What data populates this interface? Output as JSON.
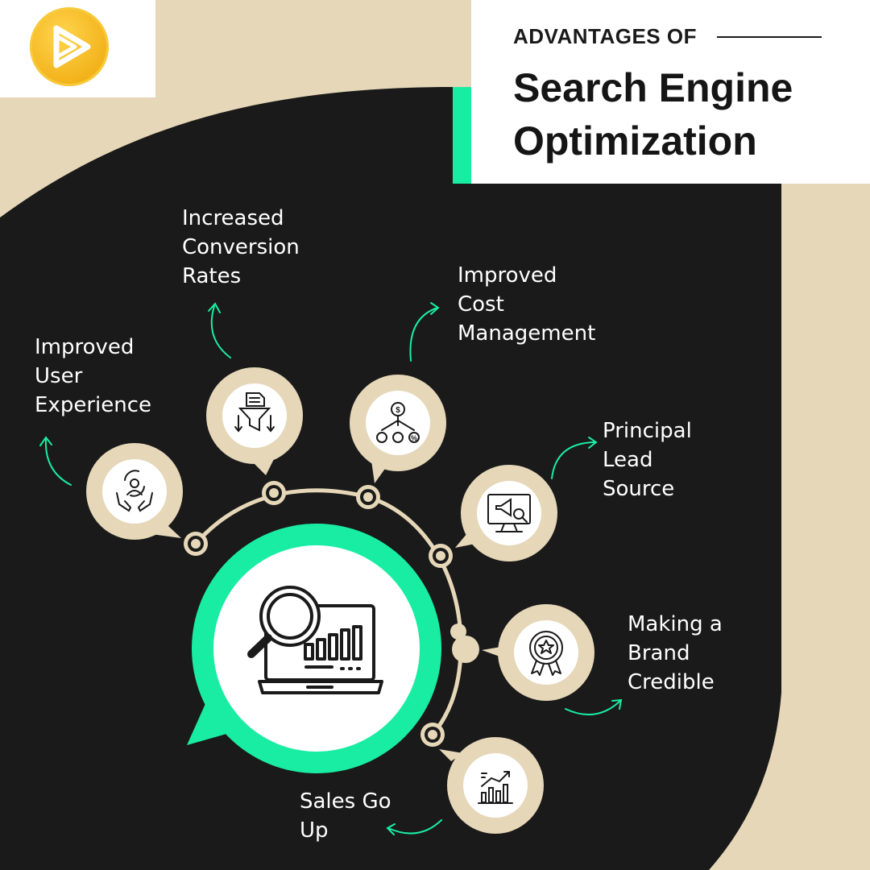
{
  "header": {
    "kicker": "ADVANTAGES OF",
    "title_line1": "Search Engine",
    "title_line2": "Optimization"
  },
  "logo": {
    "icon": "play-triangle-logo-icon"
  },
  "center": {
    "icon": "laptop-search-analytics-icon"
  },
  "advantages": [
    {
      "lines": [
        "Improved",
        "User",
        "Experience"
      ],
      "icon": "hands-user-care-icon"
    },
    {
      "lines": [
        "Increased",
        "Conversion",
        "Rates"
      ],
      "icon": "funnel-document-icon"
    },
    {
      "lines": [
        "Improved",
        "Cost",
        "Management"
      ],
      "icon": "dollar-cost-management-icon"
    },
    {
      "lines": [
        "Principal",
        "Lead",
        "Source"
      ],
      "icon": "monitor-megaphone-icon"
    },
    {
      "lines": [
        "Making a",
        "Brand",
        "Credible"
      ],
      "icon": "award-badge-icon"
    },
    {
      "lines": [
        "Sales Go",
        "Up"
      ],
      "icon": "rising-bar-chart-icon"
    }
  ],
  "colors": {
    "cream": "#e5d7b8",
    "dark": "#1a1a1a",
    "accent": "#19eda3",
    "white": "#ffffff"
  }
}
